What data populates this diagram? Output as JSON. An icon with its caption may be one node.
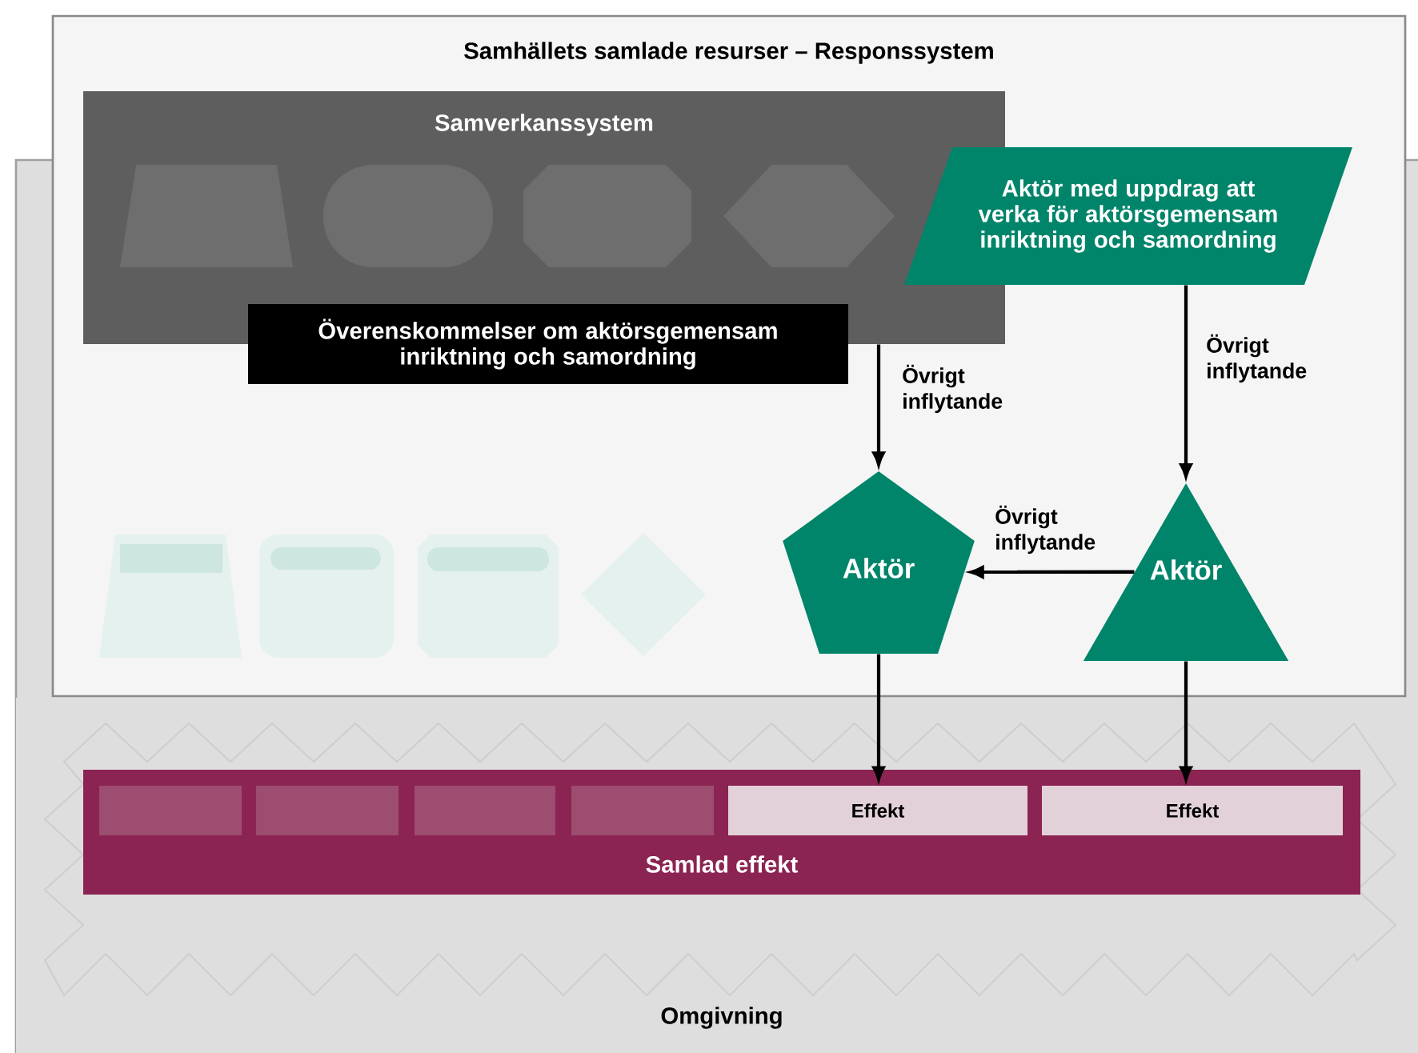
{
  "diagram": {
    "nodes": [
      {
        "text": [
          "Samhällets samlade resurser – Responssystem"
        ]
      },
      {
        "text": [
          "Samverkanssystem"
        ],
        "in": 0
      },
      {
        "text": [],
        "shape": "trapezoid",
        "in": 1
      },
      {
        "text": [],
        "shape": "oval",
        "in": 1
      },
      {
        "text": [],
        "shape": "octagon",
        "in": 1
      },
      {
        "text": [],
        "shape": "hexagon",
        "in": 1
      },
      {
        "text": [
          "Överenskommelser om aktörsgemensam inriktning och samordning"
        ],
        "in": 0
      },
      {
        "text": [
          "Aktör med uppdrag att verka för aktörsgemensam inriktning och samordning"
        ],
        "in": 0
      },
      {
        "text": [],
        "shape": "trapezoid",
        "in": 0
      },
      {
        "text": [],
        "shape": "box",
        "in": 0
      },
      {
        "text": [],
        "shape": "octagon",
        "in": 0
      },
      {
        "text": [],
        "shape": "diamond",
        "in": 0
      },
      {
        "text": [
          "Aktör"
        ],
        "in": 0
      },
      {
        "text": [
          "Aktör"
        ],
        "in": 0
      },
      {
        "text": [
          "Omgivning"
        ]
      },
      {
        "text": [
          "Samlad effekt"
        ],
        "in": 14
      },
      {
        "text": [],
        "shape": "box",
        "in": 15
      },
      {
        "text": [],
        "shape": "box",
        "in": 15
      },
      {
        "text": [],
        "shape": "box",
        "in": 15
      },
      {
        "text": [],
        "shape": "box",
        "in": 15
      },
      {
        "text": [
          "Effekt"
        ],
        "in": 15
      },
      {
        "text": [
          "Effekt"
        ],
        "in": 15
      }
    ],
    "edges": [
      {
        "from": 1,
        "to": 12,
        "arrow": "to",
        "label": "Övrigt inflytande"
      },
      {
        "from": 7,
        "to": 13,
        "arrow": "to",
        "label": "Övrigt inflytande"
      },
      {
        "from": 13,
        "to": 12,
        "arrow": "to",
        "label": "Övrigt inflytande"
      },
      {
        "from": 12,
        "to": 20,
        "arrow": "to"
      },
      {
        "from": 13,
        "to": 21,
        "arrow": "to"
      }
    ]
  }
}
